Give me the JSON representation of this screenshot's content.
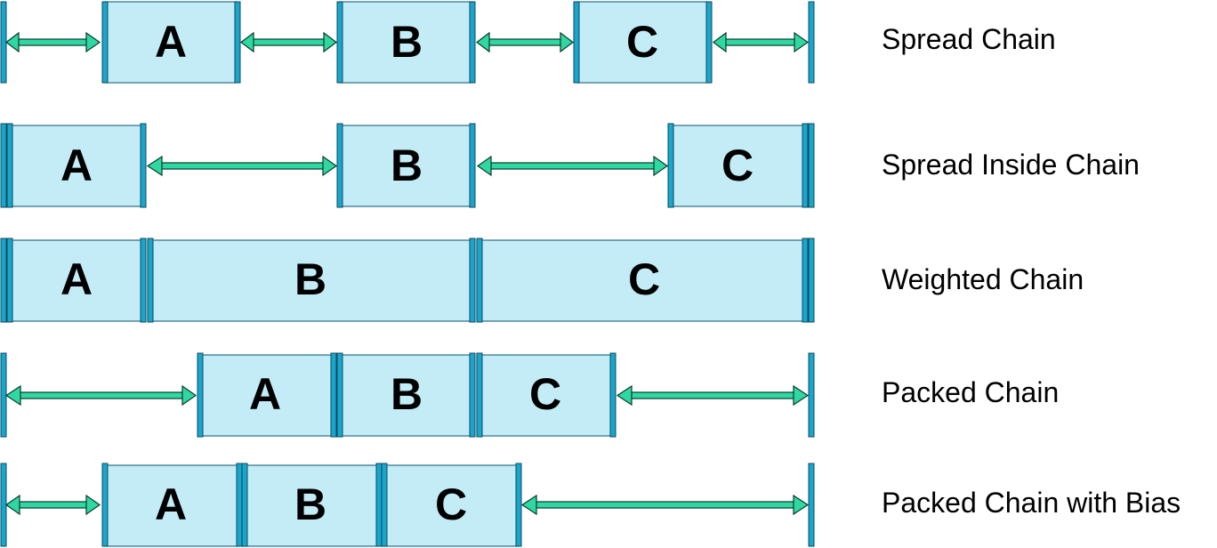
{
  "rows": [
    {
      "id": "spread",
      "label": "Spread Chain",
      "boxes": [
        "A",
        "B",
        "C"
      ]
    },
    {
      "id": "spread-inside",
      "label": "Spread Inside Chain",
      "boxes": [
        "A",
        "B",
        "C"
      ]
    },
    {
      "id": "weighted",
      "label": "Weighted Chain",
      "boxes": [
        "A",
        "B",
        "C"
      ]
    },
    {
      "id": "packed",
      "label": "Packed Chain",
      "boxes": [
        "A",
        "B",
        "C"
      ]
    },
    {
      "id": "packed-bias",
      "label": "Packed Chain with Bias",
      "boxes": [
        "A",
        "B",
        "C"
      ]
    }
  ],
  "colors": {
    "box_fill": "#c3ecf7",
    "bar_fill": "#1aa6cc",
    "arrow_fill": "#2fd8a2"
  }
}
